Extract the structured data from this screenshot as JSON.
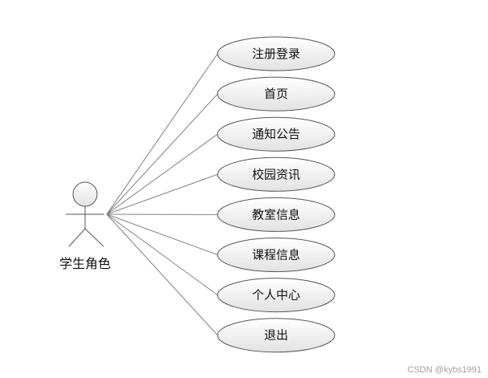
{
  "actor": {
    "label": "学生角色"
  },
  "use_cases": [
    {
      "label": "注册登录"
    },
    {
      "label": "首页"
    },
    {
      "label": "通知公告"
    },
    {
      "label": "校园资讯"
    },
    {
      "label": "教室信息"
    },
    {
      "label": "课程信息"
    },
    {
      "label": "个人中心"
    },
    {
      "label": "退出"
    }
  ],
  "watermark": "CSDN @kybs1991",
  "colors": {
    "line": "#7f7f7f",
    "ellipse_top": "#ffffff",
    "ellipse_bottom": "#e2e2e2",
    "stroke": "#555555"
  }
}
